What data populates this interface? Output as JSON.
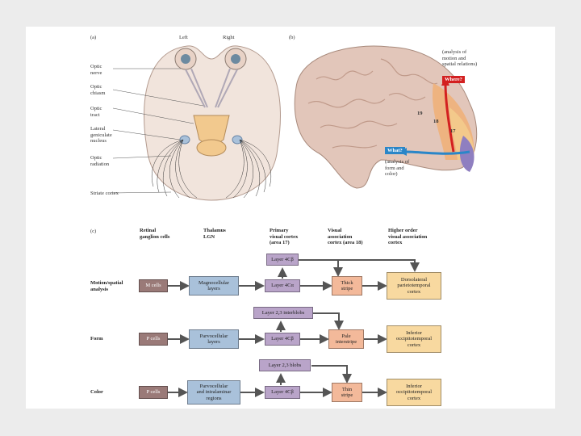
{
  "panel_a": {
    "label": "(a)",
    "left": "Left",
    "right": "Right",
    "parts": [
      "Optic\nnerve",
      "Optic\nchiasm",
      "Optic\ntract",
      "Lateral\ngeniculate\nnucleus",
      "Optic\nradiation",
      "Striate cortex"
    ]
  },
  "panel_b": {
    "label": "(b)",
    "where_note": "(analysis of\nmotion and\nspatial relations)",
    "where": "Where?",
    "what": "What?",
    "what_note": "(analysis of\nform and\ncolor)",
    "areas": [
      "19",
      "18",
      "17"
    ]
  },
  "panel_c": {
    "label": "(c)",
    "headers": [
      "Retinal\nganglion cells",
      "Thalamus\nLGN",
      "Primary\nvisual cortex\n(area 17)",
      "Visual\nassociation\ncortex (area 18)",
      "Higher order\nvisual association\ncortex"
    ],
    "rows": [
      {
        "name": "Motion/spatial\nanalysis",
        "ganglion": "M cells",
        "lgn": "Magnocellular\nlayers",
        "v1": "Layer 4Cα",
        "v2": "Thick\nstripe",
        "higher": "Dorsolateral\nparietotemporal\ncortex"
      },
      {
        "name": "Form",
        "ganglion": "P cells",
        "lgn": "Parvocellular\nlayers",
        "v1": "Layer 4Cβ",
        "v2": "Pale\ninterstripe",
        "higher": "Inferior\noccipitotemporal\ncortex"
      },
      {
        "name": "Color",
        "ganglion": "P cells",
        "lgn": "Parvocellular\nand intralaminar\nregions",
        "v1": "Layer 4Cβ",
        "v2": "Thin\nstripe",
        "higher": "Inferior\noccipitotemporal\ncortex"
      }
    ],
    "top_boxes": [
      "Layer 4Cβ",
      "Layer 2,3 interblobs",
      "Layer 2,3 blobs"
    ]
  },
  "colors": {
    "where_arrow": "#d32020",
    "what_arrow": "#2a86c8",
    "brain": "#e2c6ba"
  }
}
